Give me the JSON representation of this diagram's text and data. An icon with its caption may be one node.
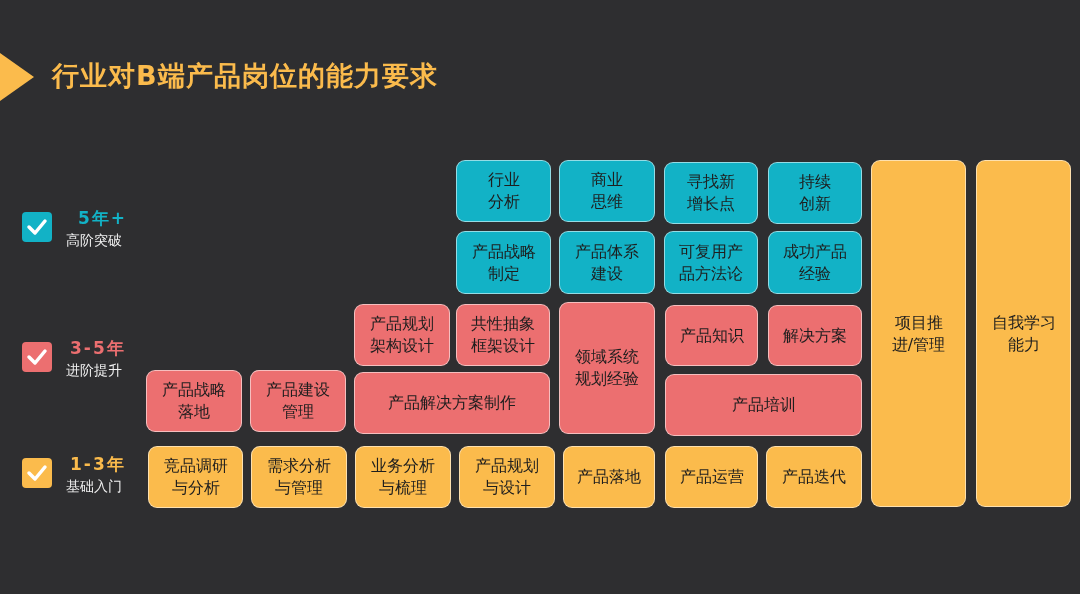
{
  "diagram": {
    "title": "行业对B端产品岗位的能力要求",
    "nodes": [
      {
        "text": [
          "行业分析"
        ]
      },
      {
        "text": [
          "商业思维"
        ]
      },
      {
        "text": [
          "寻找新增长点"
        ]
      },
      {
        "text": [
          "持续创新"
        ]
      },
      {
        "text": [
          "产品战略制定"
        ]
      },
      {
        "text": [
          "产品体系建设"
        ]
      },
      {
        "text": [
          "可复用产品方法论"
        ]
      },
      {
        "text": [
          "成功产品经验"
        ]
      },
      {
        "text": [
          "产品规划架构设计"
        ]
      },
      {
        "text": [
          "共性抽象框架设计"
        ]
      },
      {
        "text": [
          "领域系统规划经验"
        ]
      },
      {
        "text": [
          "产品知识"
        ]
      },
      {
        "text": [
          "解决方案"
        ]
      },
      {
        "text": [
          "产品战略落地"
        ]
      },
      {
        "text": [
          "产品建设管理"
        ]
      },
      {
        "text": [
          "产品解决方案制作"
        ]
      },
      {
        "text": [
          "产品培训"
        ]
      },
      {
        "text": [
          "竞品调研与分析"
        ]
      },
      {
        "text": [
          "需求分析与管理"
        ]
      },
      {
        "text": [
          "业务分析与梳理"
        ]
      },
      {
        "text": [
          "产品规划与设计"
        ]
      },
      {
        "text": [
          "产品落地"
        ]
      },
      {
        "text": [
          "产品运营"
        ]
      },
      {
        "text": [
          "产品迭代"
        ]
      },
      {
        "text": [
          "项目推进/管理"
        ]
      },
      {
        "text": [
          "自我学习能力"
        ]
      }
    ],
    "labels": [
      "5年+",
      "高阶突破",
      "3-5年",
      "进阶提升",
      "1-3年",
      "基础入门"
    ]
  }
}
